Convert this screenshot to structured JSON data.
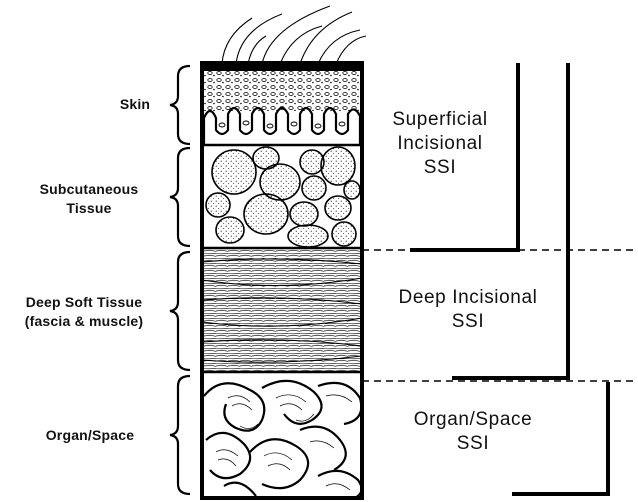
{
  "layers": [
    {
      "label_lines": [
        "Skin"
      ]
    },
    {
      "label_lines": [
        "Subcutaneous",
        "Tissue"
      ]
    },
    {
      "label_lines": [
        "Deep Soft Tissue",
        "(fascia & muscle)"
      ]
    },
    {
      "label_lines": [
        "Organ/Space"
      ]
    }
  ],
  "categories": [
    {
      "label_lines": [
        "Superficial",
        "Incisional",
        "SSI"
      ]
    },
    {
      "label_lines": [
        "Deep Incisional",
        "SSI"
      ]
    },
    {
      "label_lines": [
        "Organ/Space",
        "SSI"
      ]
    }
  ]
}
